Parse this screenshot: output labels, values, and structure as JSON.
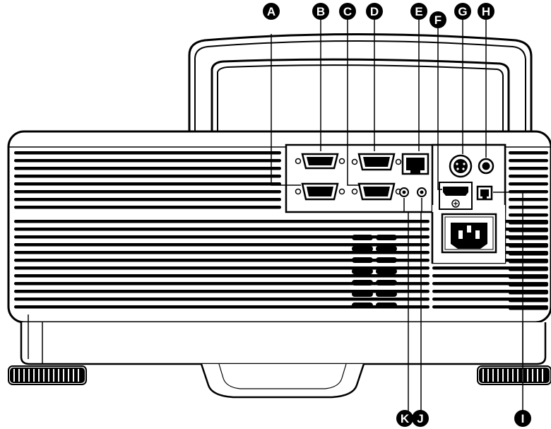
{
  "colors": {
    "ink": "#000000",
    "paper": "#ffffff",
    "callout_fill": "#000000",
    "callout_text": "#ffffff"
  },
  "callouts": {
    "A": "A",
    "B": "B",
    "C": "C",
    "D": "D",
    "E": "E",
    "F": "F",
    "G": "G",
    "H": "H",
    "I": "I",
    "J": "J",
    "K": "K"
  },
  "icons": {
    "power_inlet": "ac-power-inlet-icon",
    "usb": "usb-b-port-icon",
    "hdmi": "hdmi-port-icon",
    "svideo": "s-video-port-icon",
    "audio": "audio-jack-icon",
    "rj45": "rj45-port-icon",
    "vga": "vga-port-icon",
    "rs232": "rs232-port-icon"
  }
}
